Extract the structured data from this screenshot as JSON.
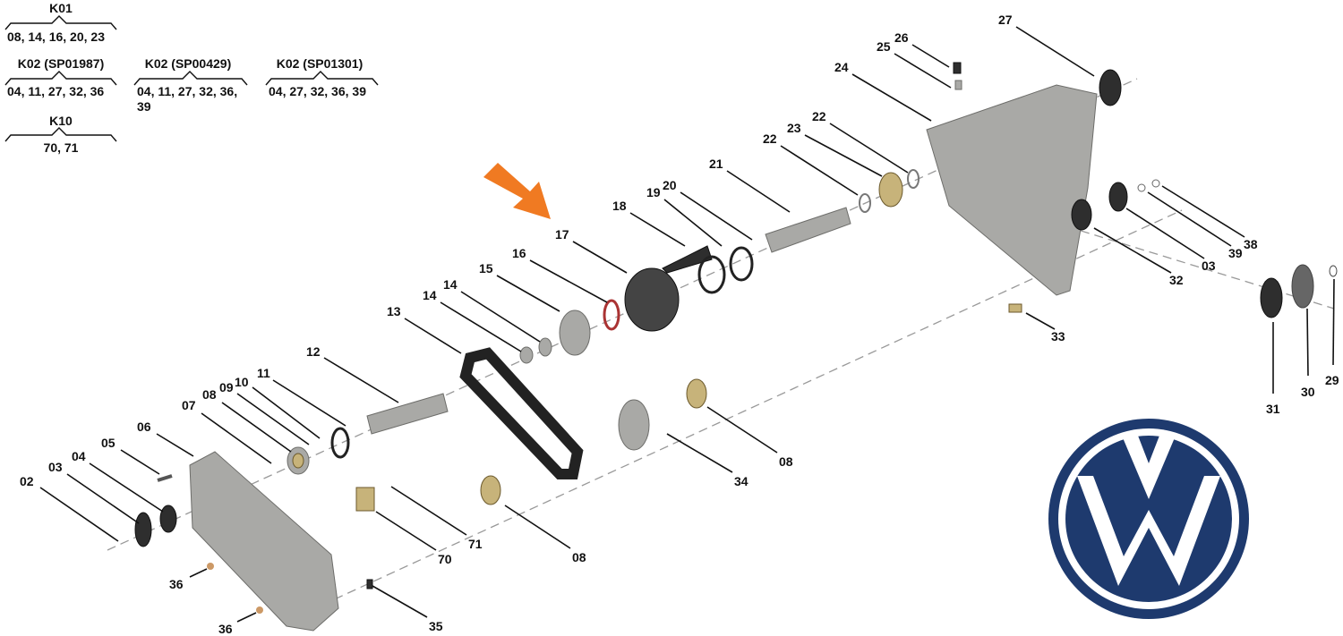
{
  "legend": [
    {
      "kit": "K01",
      "parts": "08, 14, 16, 20, 23"
    },
    {
      "kit": "K02 (SP01987)",
      "parts": "04, 11, 27, 32, 36"
    },
    {
      "kit": "K02 (SP00429)",
      "parts": "04, 11, 27, 32, 36,",
      "parts_line2": "39"
    },
    {
      "kit": "K02 (SP01301)",
      "parts": "04, 27, 32, 36, 39"
    },
    {
      "kit": "K10",
      "parts": "70, 71"
    }
  ],
  "callouts": [
    "02",
    "03",
    "04",
    "05",
    "06",
    "07",
    "08",
    "09",
    "10",
    "11",
    "12",
    "13",
    "14",
    "14",
    "15",
    "16",
    "17",
    "18",
    "19",
    "20",
    "21",
    "22",
    "23",
    "22",
    "24",
    "25",
    "26",
    "27",
    "38",
    "39",
    "03",
    "32",
    "33",
    "31",
    "30",
    "29",
    "08",
    "34",
    "08",
    "71",
    "70",
    "36",
    "36",
    "35"
  ],
  "highlight": {
    "part": "17",
    "arrow_color": "#f07a22"
  },
  "logo": {
    "brand": "VW",
    "color": "#1e3a6e"
  }
}
